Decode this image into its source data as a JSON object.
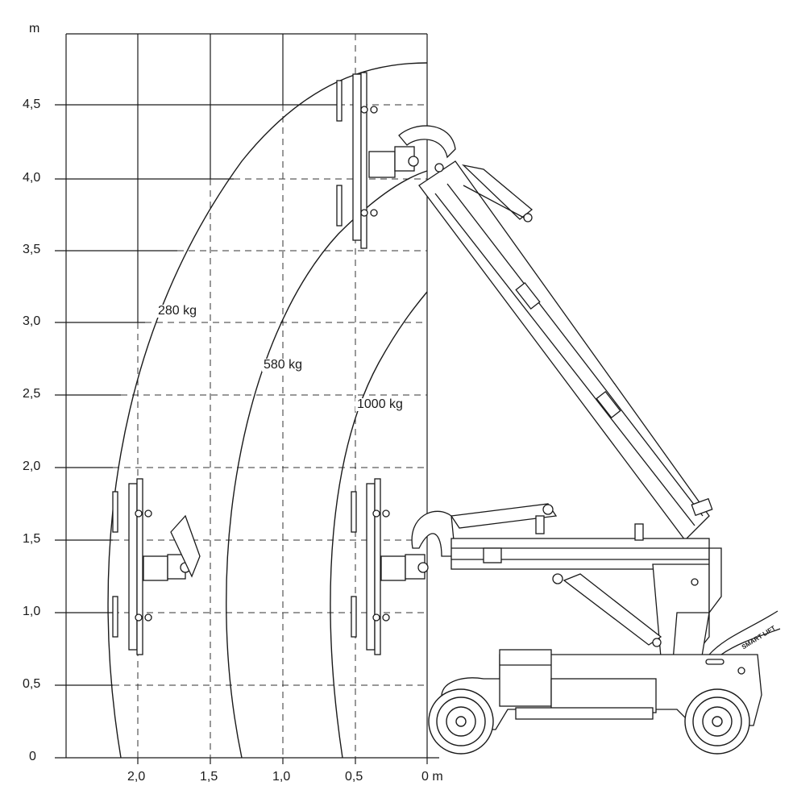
{
  "diagram": {
    "y_unit": "m",
    "x_unit": "m",
    "y_ticks": [
      "4,5",
      "4,0",
      "3,5",
      "3,0",
      "2,5",
      "2,0",
      "1,5",
      "1,0",
      "0,5",
      "0"
    ],
    "x_ticks": [
      "2,0",
      "1,5",
      "1,0",
      "0,5",
      "0 m"
    ],
    "curves": [
      {
        "label": "280 kg"
      },
      {
        "label": "580 kg"
      },
      {
        "label": "1000 kg"
      }
    ],
    "machine_brand": "SMART LIFT",
    "colors": {
      "line": "#1a1a1a",
      "dash": "#333333",
      "background": "#ffffff"
    }
  }
}
